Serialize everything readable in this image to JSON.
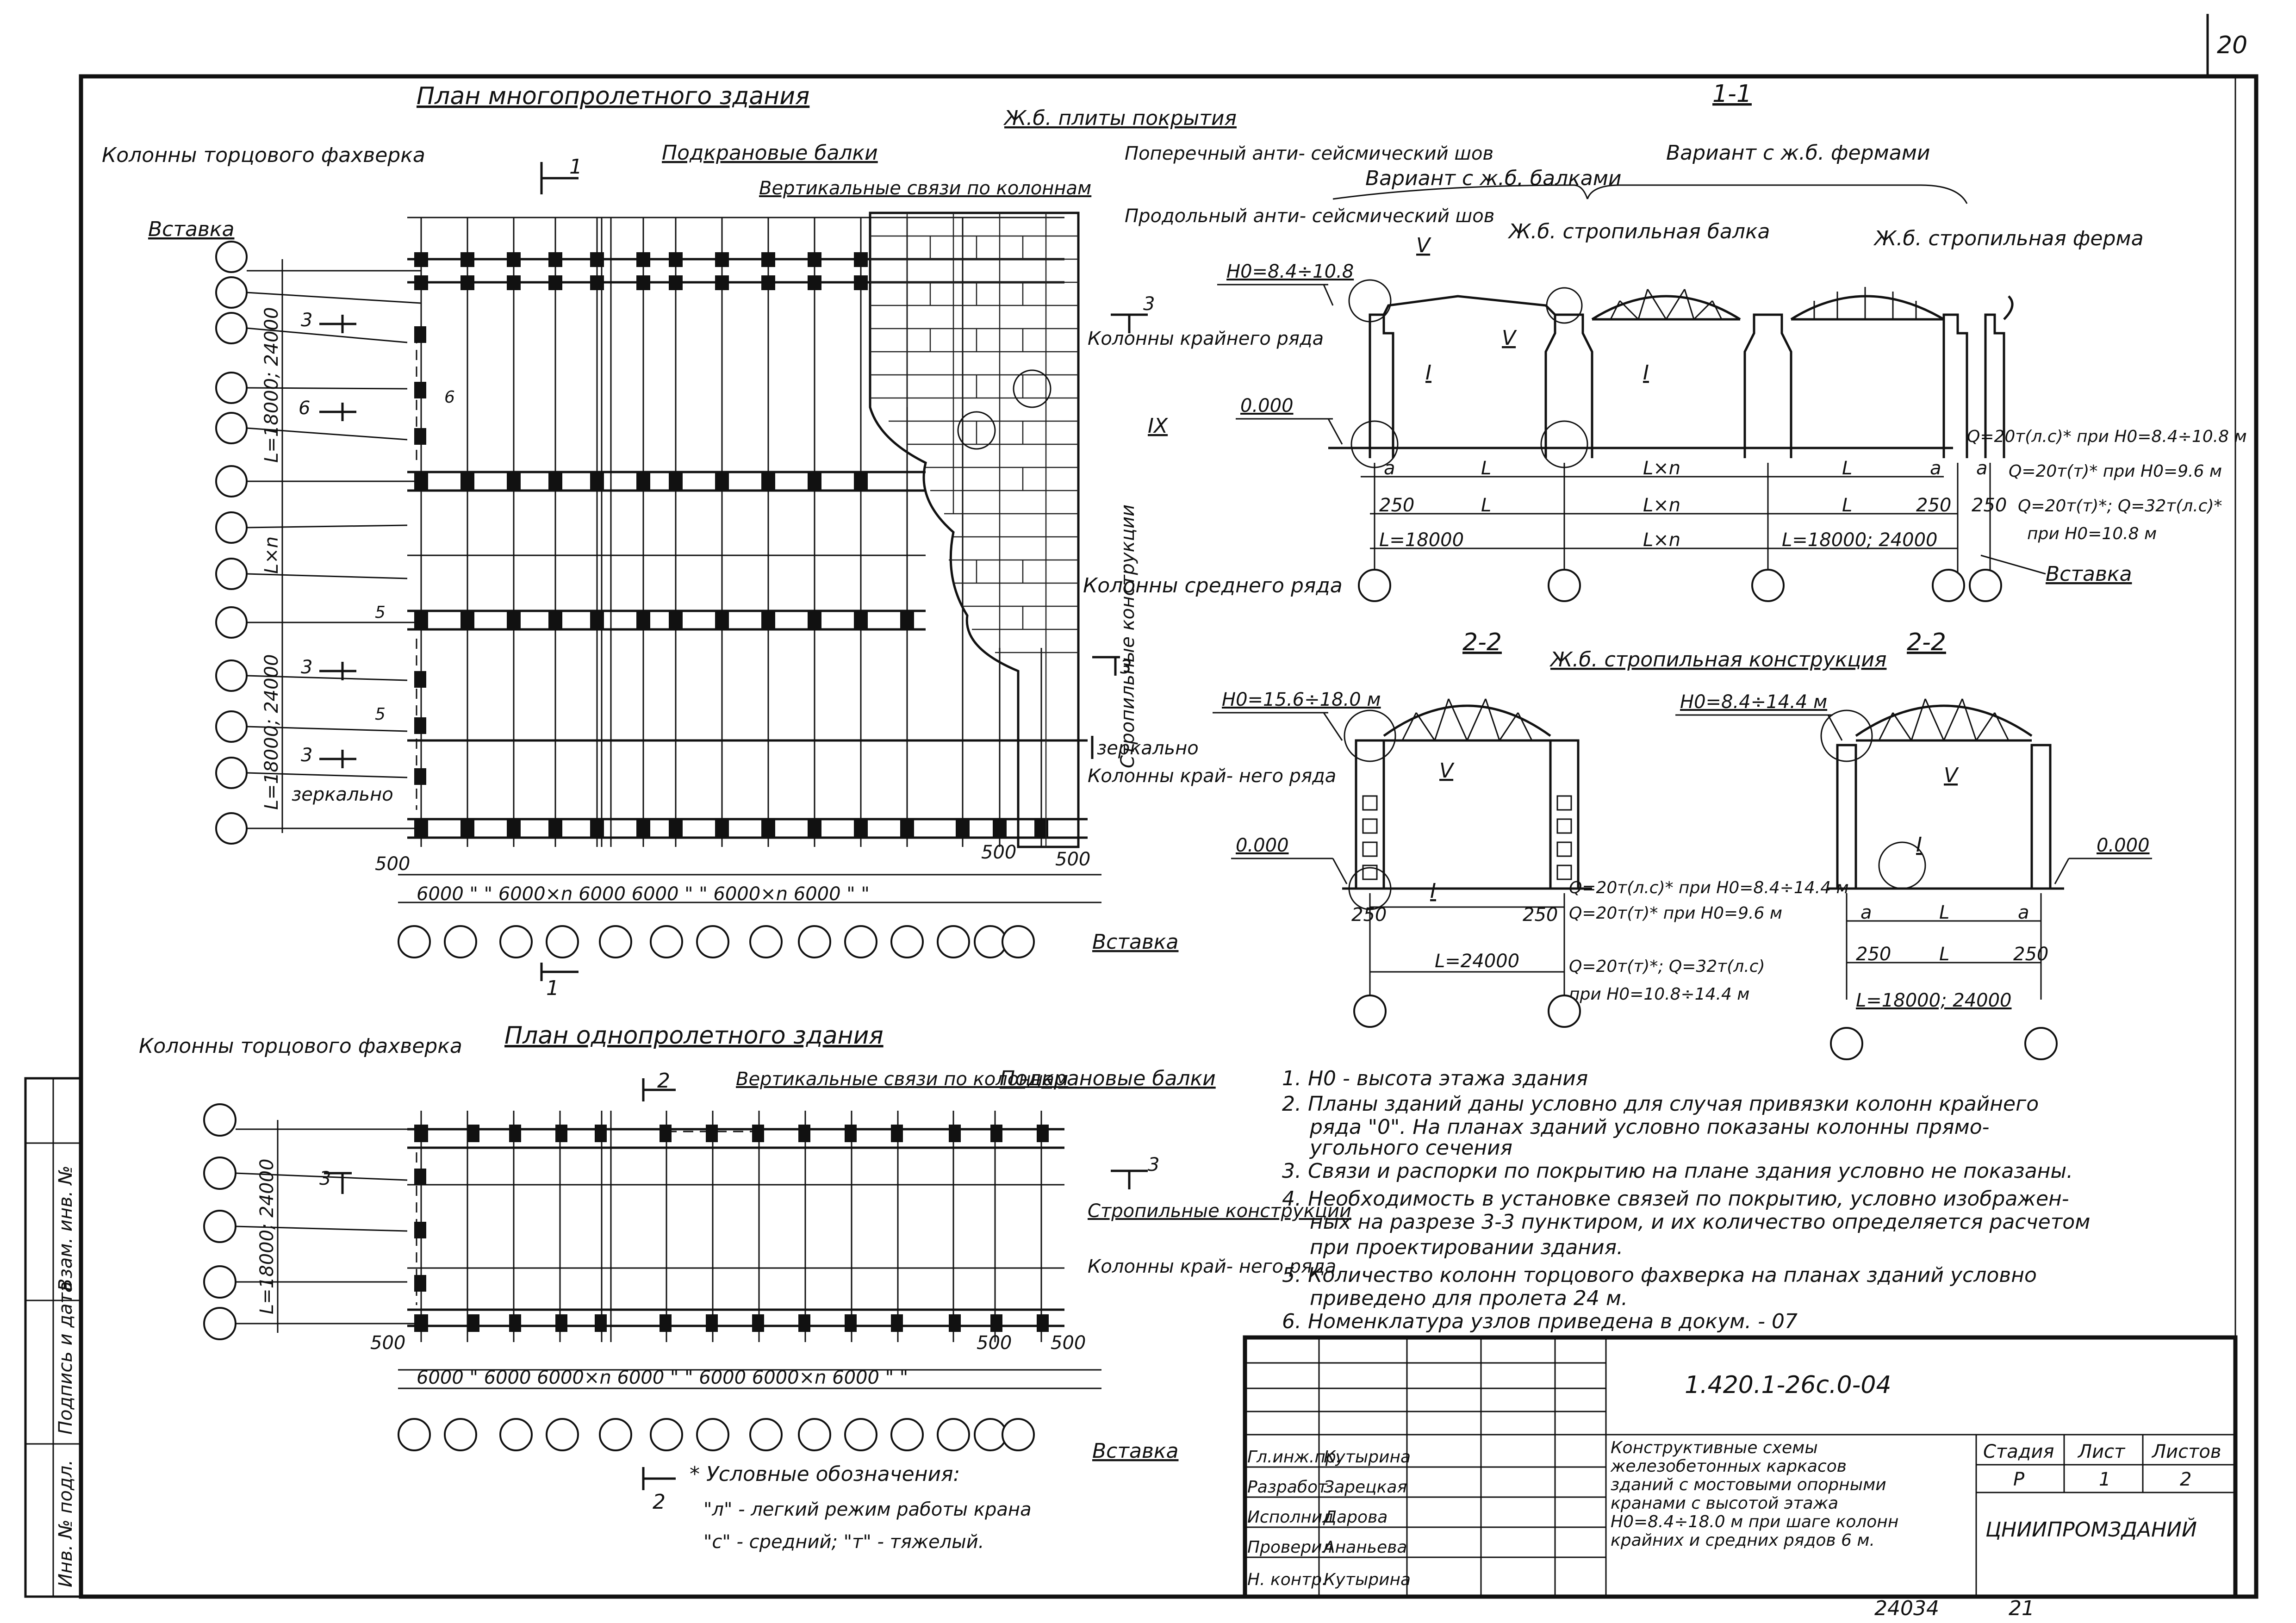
{
  "sheet_number": "20",
  "plan_multi": {
    "title": "План многопролетного здания",
    "labels": {
      "end_columns": "Колонны торцового фахверка",
      "insert_top": "Вставка",
      "crane_beams": "Подкрановые балки",
      "vertical_braces": "Вертикальные связи по колоннам",
      "roof_slabs": "Ж.б. плиты покрытия",
      "transverse_seam": "Поперечный анти- сейсмический шов",
      "longitudinal_seam": "Продольный анти- сейсмический шов",
      "edge_columns": "Колонны крайнего ряда",
      "middle_columns": "Колонны среднего ряда",
      "rafter_structures": "Стропильные конструкции",
      "mirror": "зеркально",
      "edge_columns_bottom": "Колонны край- него ряда",
      "insert_bottom": "Вставка"
    },
    "dims": {
      "span_top": "L=18000; 24000",
      "span_mid": "L×n",
      "span_bot": "L=18000; 24000",
      "offset_left": "500",
      "offset_right_a": "500",
      "offset_right_b": "500",
      "steps": "6000 \" \" 6000×n 6000 6000 \" \" 6000×n 6000 \" \""
    },
    "marks": {
      "m1": "1",
      "m3": "3",
      "m6": "6",
      "m5": "5",
      "mIX": "IX"
    }
  },
  "section_1_1": {
    "title": "1-1",
    "variant_beams": "Вариант с ж.б. балками",
    "variant_trusses": "Вариант с ж.б. фермами",
    "rafter_beam": "Ж.б. стропильная балка",
    "rafter_truss": "Ж.б. стропильная ферма",
    "height": "Н0=8.4÷10.8",
    "zero": "0.000",
    "node_v": "V",
    "node_i": "I",
    "a": "а",
    "L": "L",
    "Ln": "L×n",
    "d250": "250",
    "span": "L=18000",
    "span2": "L=18000; 24000",
    "load1": "Q=20т(л.с)* при Н0=8.4÷10.8 м",
    "load2": "Q=20т(т)* при Н0=9.6 м",
    "load3": "Q=20т(т)*; Q=32т(л.с)*",
    "load4": "при Н0=10.8 м",
    "insert": "Вставка"
  },
  "section_2_2_left": {
    "title": "2-2",
    "rafter": "Ж.б. стропильная конструкция",
    "height": "Н0=15.6÷18.0 м",
    "zero": "0.000",
    "d250a": "250",
    "d250b": "250",
    "span": "L=24000",
    "load1": "Q=20т(л.с)* при Н0=8.4÷14.4 м",
    "load2": "Q=20т(т)* при Н0=9.6 м",
    "load3": "Q=20т(т)*; Q=32т(л.с)",
    "load4": "при Н0=10.8÷14.4 м"
  },
  "section_2_2_right": {
    "title": "2-2",
    "height": "Н0=8.4÷14.4 м",
    "zero": "0.000",
    "d250a": "250",
    "d250b": "250",
    "span": "L=18000; 24000",
    "L": "L"
  },
  "plan_single": {
    "title": "План однопролетного здания",
    "end_columns": "Колонны торцового фахверка",
    "vertical_braces": "Вертикальные связи по колоннам",
    "crane_beams": "Подкрановые балки",
    "rafter_structures": "Стропильные конструкции",
    "edge_columns": "Колонны край- него ряда",
    "span": "L=18000; 24000",
    "insert": "Вставка",
    "d500a": "500",
    "d500b": "500",
    "d500c": "500",
    "steps": "6000 \" 6000 6000×n 6000 \" \" 6000 6000×n 6000 \" \"",
    "mark2": "2",
    "mark3": "3"
  },
  "notes": [
    "1. Н0 - высота этажа здания",
    "2. Планы зданий даны условно для случая привязки колонн крайнего",
    "ряда \"0\". На планах зданий условно показаны колонны прямо-",
    "угольного сечения",
    "3. Связи и распорки по покрытию на плане здания условно не показаны.",
    "4. Необходимость в установке связей по покрытию, условно изображен-",
    "ных на разрезе 3-3 пунктиром, и их количество определяется расчетом",
    "при проектировании здания.",
    "5. Количество колонн торцового фахверка на планах зданий условно",
    "приведено для пролета 24 м.",
    "6. Номенклатура узлов приведена в докум. - 07"
  ],
  "legend": {
    "title": "* Условные обозначения:",
    "l": "\"л\" - легкий режим работы крана",
    "c": "\"с\" - средний; \"т\" - тяжелый."
  },
  "side_stamp": [
    "Инв. № подл.",
    "Подпись и дата",
    "Взам. инв. №"
  ],
  "title_block": {
    "code": "1.420.1-26с.0-04",
    "rows": [
      {
        "role": "Гл.инж.пр.",
        "name": "Кутырина"
      },
      {
        "role": "Разработ.",
        "name": "Зарецкая"
      },
      {
        "role": "Исполнил",
        "name": "Дарова"
      },
      {
        "role": "Проверил",
        "name": "Ананьева"
      },
      {
        "role": "Н. контр.",
        "name": "Кутырина"
      }
    ],
    "description": [
      "Конструктивные схемы",
      "железобетонных каркасов",
      "зданий с мостовыми опорными",
      "кранами с высотой этажа",
      "Н0=8.4÷18.0 м при шаге колонн",
      "крайних и средних рядов 6 м."
    ],
    "stage_header": "Стадия",
    "sheet_header": "Лист",
    "sheets_header": "Листов",
    "stage": "Р",
    "sheet": "1",
    "sheets": "2",
    "org": "ЦНИИПРОМЗДАНИЙ",
    "archive": "24034",
    "bottom": "21"
  }
}
